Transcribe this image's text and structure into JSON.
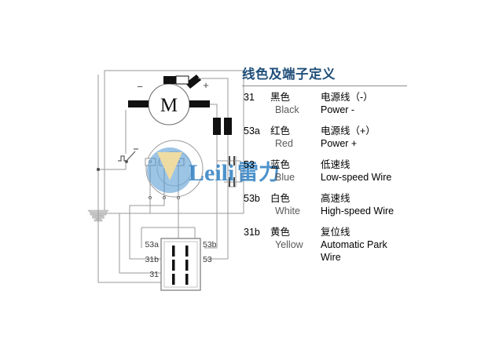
{
  "legend": {
    "title": "线色及端子定义",
    "rows": [
      {
        "code": "31",
        "color_cn": "黑色",
        "color_en": "Black",
        "func_cn": "电源线（-）",
        "func_en": "Power -",
        "func_en2": ""
      },
      {
        "code": "53a",
        "color_cn": "红色",
        "color_en": "Red",
        "func_cn": "电源线（+）",
        "func_en": "Power +",
        "func_en2": ""
      },
      {
        "code": "53",
        "color_cn": "蓝色",
        "color_en": "Blue",
        "func_cn": "低速线",
        "func_en": "Low-speed Wire",
        "func_en2": ""
      },
      {
        "code": "53b",
        "color_cn": "白色",
        "color_en": "White",
        "func_cn": "高速线",
        "func_en": "High-speed Wire",
        "func_en2": ""
      },
      {
        "code": "31b",
        "color_cn": "黄色",
        "color_en": "Yellow",
        "func_cn": "复位线",
        "func_en": "Automatic Park",
        "func_en2": "Wire"
      }
    ]
  },
  "schematic": {
    "motor_label": "M",
    "terminal_minus": "−",
    "terminal_plus": "+",
    "connector_pins": {
      "top_left": "53a",
      "top_right": "53b",
      "mid_left": "31b",
      "mid_right": "53",
      "bottom_left": "31"
    }
  },
  "watermark": {
    "text_en": "Leili",
    "text_cn": "雷力"
  },
  "colors": {
    "title": "#1f4e79",
    "wire": "#8a8a8a",
    "component": "#1a1a1a",
    "watermark_blue": "#3f8fcf",
    "watermark_yellow": "#f2da9c",
    "background": "#ffffff"
  }
}
